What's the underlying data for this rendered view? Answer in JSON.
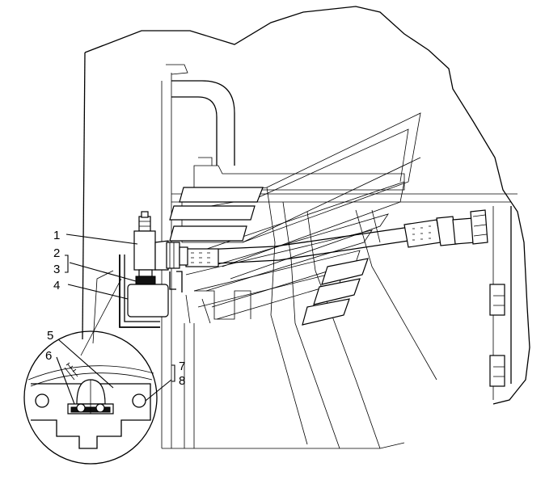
{
  "callouts": {
    "c1": "1",
    "c2": "2",
    "c3": "3",
    "c4": "4",
    "c5": "5",
    "c6": "6",
    "c7": "7",
    "c8": "8"
  }
}
